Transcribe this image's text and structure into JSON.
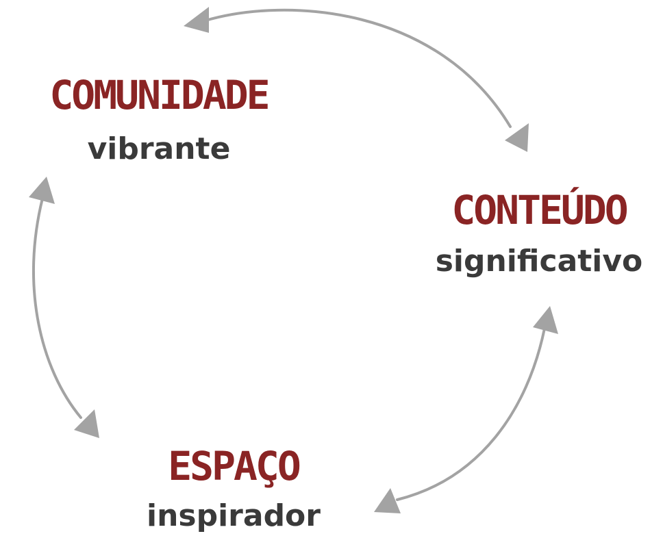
{
  "colors": {
    "title": "#8a2424",
    "subtitle": "#3a3a3a",
    "arrow": "#a3a3a3"
  },
  "nodes": {
    "comunidade": {
      "title": "COMUNIDADE",
      "subtitle": "vibrante"
    },
    "conteudo": {
      "title": "CONTEÚDO",
      "subtitle": "significativo"
    },
    "espaco": {
      "title": "ESPAÇO",
      "subtitle": "inspirador"
    }
  },
  "arrows": [
    {
      "from": "conteudo",
      "to": "comunidade",
      "bidirectional": true
    },
    {
      "from": "comunidade",
      "to": "espaco",
      "bidirectional": true
    },
    {
      "from": "espaco",
      "to": "conteudo",
      "bidirectional": true
    }
  ]
}
